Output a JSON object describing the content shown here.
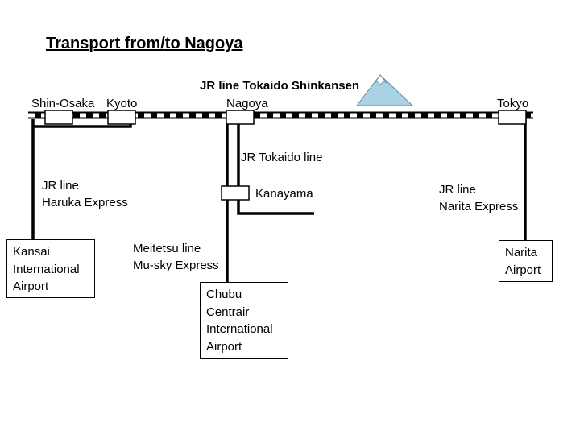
{
  "title": "Transport from/to Nagoya",
  "shinkansen_label": "JR line Tokaido Shinkansen",
  "stations": {
    "shin_osaka": "Shin-Osaka",
    "kyoto": "Kyoto",
    "nagoya": "Nagoya",
    "tokyo": "Tokyo",
    "kanayama": "Kanayama"
  },
  "lines": {
    "jr_tokaido": "JR Tokaido line",
    "haruka": "JR line\nHaruka Express",
    "narita": "JR line\nNarita Express",
    "meitetsu": "Meitetsu line\nMu-sky Express"
  },
  "airports": {
    "kansai": "Kansai\nInternational\nAirport",
    "centrair": "Chubu\nCentrair\nInternational\nAirport",
    "narita": "Narita\nAirport"
  },
  "icons": {
    "mountain": "mount-fuji-icon"
  },
  "colors": {
    "mountain_fill": "#a9d3e3",
    "line": "#000000"
  }
}
